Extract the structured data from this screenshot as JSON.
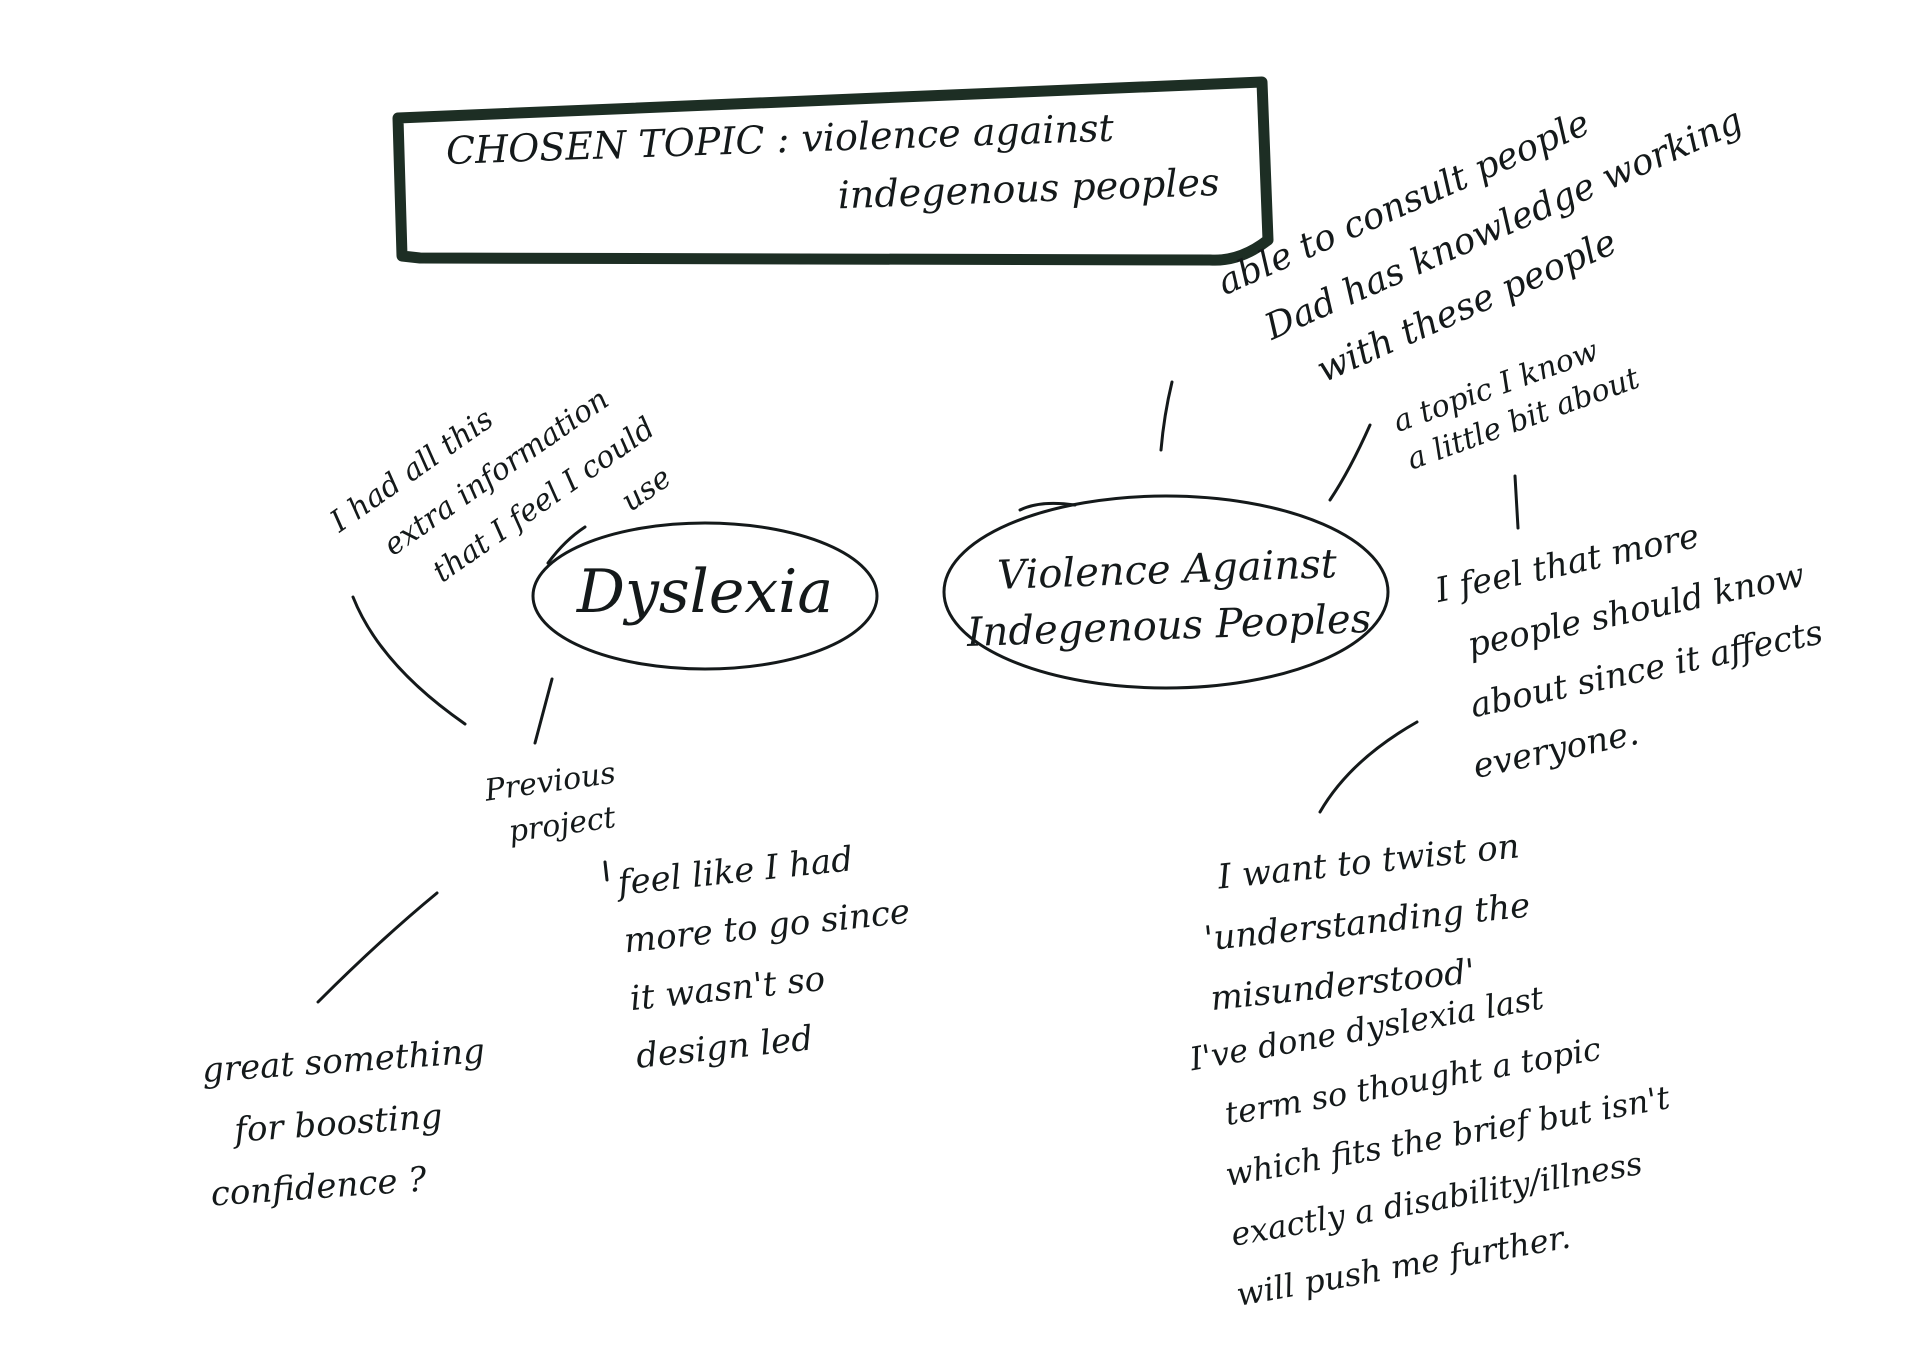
{
  "colors": {
    "ink": "#14191a",
    "frame": "#1d2e24"
  },
  "title": {
    "line1": "CHOSEN TOPIC : violence against",
    "line2": "indegenous peoples"
  },
  "nodes": {
    "dyslexia": "Dyslexia",
    "violence": {
      "line1": "Violence Against",
      "line2": "Indegenous Peoples"
    }
  },
  "notes": {
    "extra_info": [
      "I had all this",
      "extra information",
      "that I feel I could",
      "use"
    ],
    "previous_project": [
      "Previous",
      "project"
    ],
    "more_to_go": [
      "feel like I had",
      "more to go since",
      "it wasn't so",
      "design led"
    ],
    "boosting": [
      "great something",
      "for boosting",
      "confidence ?"
    ],
    "consult": [
      "able to consult people",
      "Dad has knowledge working",
      "with these people"
    ],
    "topic_know": [
      "a topic I know",
      "a little bit about"
    ],
    "more_people": [
      "I feel that more",
      "people should know",
      "about since it affects",
      "everyone."
    ],
    "twist": [
      "I want to twist on",
      "'understanding the",
      "misunderstood'"
    ],
    "dyslexia_done": [
      "I've done dyslexia last",
      "term so thought a topic",
      "which fits the brief but isn't",
      "exactly a disability/illness",
      "will push me further."
    ]
  }
}
